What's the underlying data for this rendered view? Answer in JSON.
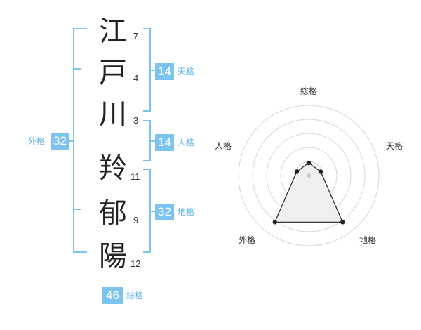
{
  "name_chars": [
    {
      "char": "江",
      "strokes": "7"
    },
    {
      "char": "戸",
      "strokes": "4"
    },
    {
      "char": "川",
      "strokes": "3"
    },
    {
      "char": "羚",
      "strokes": "11"
    },
    {
      "char": "郁",
      "strokes": "9"
    },
    {
      "char": "陽",
      "strokes": "12"
    }
  ],
  "kakusu": {
    "tenkaku": {
      "value": "14",
      "label": "天格"
    },
    "jinkaku": {
      "value": "14",
      "label": "人格"
    },
    "chikaku": {
      "value": "32",
      "label": "地格"
    },
    "gaikaku": {
      "value": "32",
      "label": "外格"
    },
    "soukaku": {
      "value": "46",
      "label": "総格"
    }
  },
  "radar": {
    "axes": [
      "総格",
      "天格",
      "地格",
      "外格",
      "人格"
    ],
    "values": [
      0.18,
      0.18,
      0.82,
      0.82,
      0.18
    ],
    "rings": 5,
    "fill_color": "#efefef",
    "line_color": "#222222",
    "ring_color": "#d6d6d6"
  },
  "colors": {
    "accent": "#7cc4ee",
    "accent_text": "#5db3e6"
  }
}
